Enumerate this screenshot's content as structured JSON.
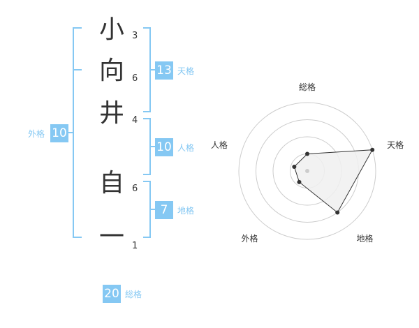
{
  "name_chars": [
    "小",
    "向",
    "井",
    "自",
    "一"
  ],
  "strokes": [
    "3",
    "6",
    "4",
    "6",
    "1"
  ],
  "fortunes": {
    "tenkaku": {
      "value": "13",
      "label": "天格"
    },
    "jinkaku": {
      "value": "10",
      "label": "人格"
    },
    "chikaku": {
      "value": "7",
      "label": "地格"
    },
    "gaikaku": {
      "value": "10",
      "label": "外格"
    },
    "soukaku": {
      "value": "20",
      "label": "総格"
    }
  },
  "chart_data": {
    "type": "radar",
    "axes": [
      "総格",
      "天格",
      "地格",
      "外格",
      "人格"
    ],
    "values": [
      0.25,
      1.0,
      0.75,
      0.2,
      0.2
    ],
    "rings": 4,
    "colors": {
      "bracket": "#85c8f3",
      "fill": "#f0f0f0",
      "ring": "#cccccc",
      "line": "#333333"
    }
  }
}
